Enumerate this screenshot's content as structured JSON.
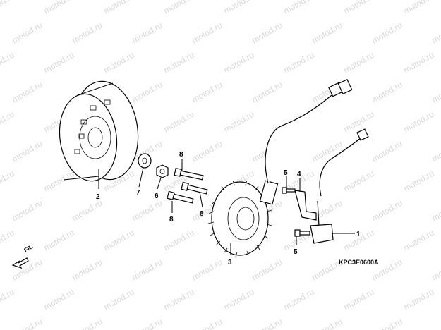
{
  "watermark": "motod.ru",
  "direction_label": "FR.",
  "diagram_code": "KPC3E0600A",
  "callouts": {
    "c1": "1",
    "c2": "2",
    "c3": "3",
    "c4": "4",
    "c5a": "5",
    "c5b": "5",
    "c6": "6",
    "c7": "7",
    "c8a": "8",
    "c8b": "8",
    "c8c": "8"
  }
}
